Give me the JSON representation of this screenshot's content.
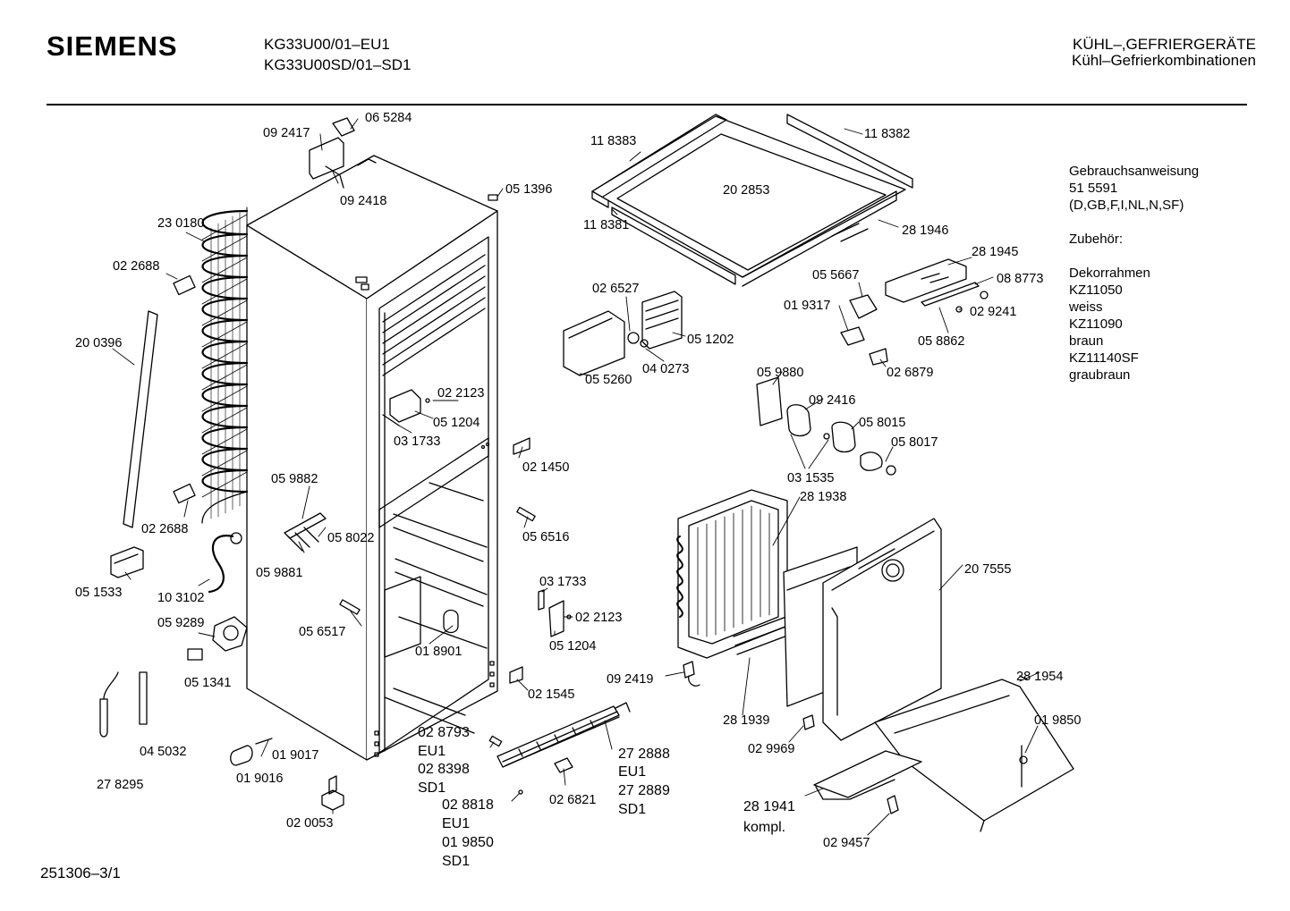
{
  "header": {
    "brand": "SIEMENS",
    "model_1": "KG33U00/01–EU1",
    "model_2": "KG33U00SD/01–SD1",
    "category_1": "KÜHL–,GEFRIERGERÄTE",
    "category_2": "Kühl–Gefrierkombinationen"
  },
  "footer": {
    "doc_number": "251306–3/1"
  },
  "side_info": {
    "manual_title": "Gebrauchsanweisung",
    "manual_number": "51 5591",
    "manual_languages": "(D,GB,F,I,NL,N,SF)",
    "accessories_title": "Zubehör:",
    "frame_title": "Dekorrahmen",
    "frame_1_code": "KZ11050",
    "frame_1_color": "weiss",
    "frame_2_code": "KZ11090",
    "frame_2_color": "braun",
    "frame_3_code": "KZ11140SF",
    "frame_3_color": "graubraun"
  },
  "parts": [
    {
      "id": "p065284",
      "label": "06 5284"
    },
    {
      "id": "p092417",
      "label": "09 2417"
    },
    {
      "id": "p092418",
      "label": "09 2418"
    },
    {
      "id": "p051396",
      "label": "05 1396"
    },
    {
      "id": "p230180",
      "label": "23 0180"
    },
    {
      "id": "p022688a",
      "label": "02 2688"
    },
    {
      "id": "p200396",
      "label": "20 0396"
    },
    {
      "id": "p022688b",
      "label": "02 2688"
    },
    {
      "id": "p051533",
      "label": "05 1533"
    },
    {
      "id": "p103102",
      "label": "10 3102"
    },
    {
      "id": "p059289",
      "label": "05 9289"
    },
    {
      "id": "p051341",
      "label": "05 1341"
    },
    {
      "id": "p045032",
      "label": "04 5032"
    },
    {
      "id": "p278295",
      "label": "27 8295"
    },
    {
      "id": "p019017",
      "label": "01 9017"
    },
    {
      "id": "p019016",
      "label": "01 9016"
    },
    {
      "id": "p020053",
      "label": "02 0053"
    },
    {
      "id": "p059882",
      "label": "05 9882"
    },
    {
      "id": "p058022",
      "label": "05 8022"
    },
    {
      "id": "p059881",
      "label": "05 9881"
    },
    {
      "id": "p056517",
      "label": "05 6517"
    },
    {
      "id": "p018901",
      "label": "01 8901"
    },
    {
      "id": "p022123a",
      "label": "02 2123"
    },
    {
      "id": "p051204a",
      "label": "05 1204"
    },
    {
      "id": "p031733a",
      "label": "03 1733"
    },
    {
      "id": "p021450",
      "label": "02 1450"
    },
    {
      "id": "p056516",
      "label": "05 6516"
    },
    {
      "id": "p031733b",
      "label": "03 1733"
    },
    {
      "id": "p022123b",
      "label": "02 2123"
    },
    {
      "id": "p051204b",
      "label": "05 1204"
    },
    {
      "id": "p021545",
      "label": "02 1545"
    },
    {
      "id": "p118383",
      "label": "11 8383"
    },
    {
      "id": "p118382",
      "label": "11 8382"
    },
    {
      "id": "p202853",
      "label": "20 2853"
    },
    {
      "id": "p118381",
      "label": "11 8381"
    },
    {
      "id": "p281946",
      "label": "28 1946"
    },
    {
      "id": "p281945",
      "label": "28 1945"
    },
    {
      "id": "p088773",
      "label": "08 8773"
    },
    {
      "id": "p055667",
      "label": "05 5667"
    },
    {
      "id": "p019317",
      "label": "01 9317"
    },
    {
      "id": "p029241",
      "label": "02 9241"
    },
    {
      "id": "p058862",
      "label": "05 8862"
    },
    {
      "id": "p026879",
      "label": "02 6879"
    },
    {
      "id": "p026527",
      "label": "02 6527"
    },
    {
      "id": "p051202",
      "label": "05 1202"
    },
    {
      "id": "p040273",
      "label": "04 0273"
    },
    {
      "id": "p055260",
      "label": "05 5260"
    },
    {
      "id": "p059880",
      "label": "05 9880"
    },
    {
      "id": "p092416",
      "label": "09 2416"
    },
    {
      "id": "p058015",
      "label": "05 8015"
    },
    {
      "id": "p058017",
      "label": "05 8017"
    },
    {
      "id": "p031535",
      "label": "03 1535"
    },
    {
      "id": "p281938",
      "label": "28 1938"
    },
    {
      "id": "p207555",
      "label": "20 7555"
    },
    {
      "id": "p092419",
      "label": "09 2419"
    },
    {
      "id": "p281939",
      "label": "28 1939"
    },
    {
      "id": "p029969",
      "label": "02 9969"
    },
    {
      "id": "p281954",
      "label": "28 1954"
    },
    {
      "id": "p019850a",
      "label": "01 9850"
    },
    {
      "id": "p281941",
      "label": "28 1941"
    },
    {
      "id": "p281941k",
      "label": "kompl."
    },
    {
      "id": "p029457",
      "label": "02 9457"
    },
    {
      "id": "p028793",
      "label": "02 8793"
    },
    {
      "id": "p028793eu",
      "label": "EU1"
    },
    {
      "id": "p028398",
      "label": "02 8398"
    },
    {
      "id": "p028398sd",
      "label": "SD1"
    },
    {
      "id": "p028818",
      "label": "02 8818"
    },
    {
      "id": "p028818eu",
      "label": "EU1"
    },
    {
      "id": "p019850b",
      "label": "01 9850"
    },
    {
      "id": "p019850bsd",
      "label": "SD1"
    },
    {
      "id": "p026821",
      "label": "02 6821"
    },
    {
      "id": "p272888",
      "label": "27 2888"
    },
    {
      "id": "p272888eu",
      "label": "EU1"
    },
    {
      "id": "p272889",
      "label": "27 2889"
    },
    {
      "id": "p272889sd",
      "label": "SD1"
    }
  ]
}
